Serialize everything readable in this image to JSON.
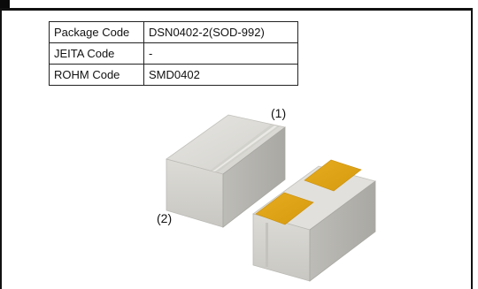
{
  "package_info": {
    "rows": [
      {
        "key": "Package Code",
        "value": "DSN0402-2(SOD-992)"
      },
      {
        "key": "JEITA Code",
        "value": "-"
      },
      {
        "key": "ROHM Code",
        "value": "SMD0402"
      }
    ]
  },
  "figure": {
    "callout_1": "(1)",
    "callout_2": "(2)"
  },
  "colors": {
    "ceramic_body": "#dcdbd6",
    "pad_gold": "#e0a315",
    "frame": "#111111"
  }
}
